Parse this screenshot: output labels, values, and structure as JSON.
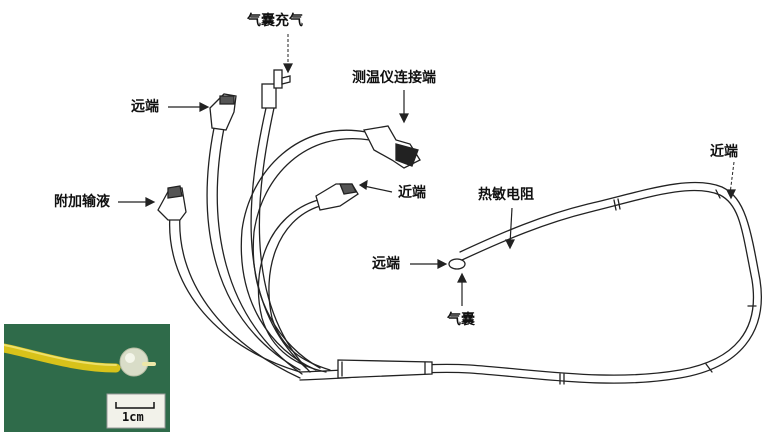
{
  "labels": {
    "balloon_inflation": "气囊充气",
    "distal_left": "远端",
    "thermometer_connector": "测温仪连接端",
    "additional_infusion": "附加输液",
    "proximal_mid": "近端",
    "proximal_right": "近端",
    "thermistor": "热敏电阻",
    "distal_tip": "远端",
    "balloon": "气囊"
  },
  "photo": {
    "scale_label": "1cm"
  }
}
